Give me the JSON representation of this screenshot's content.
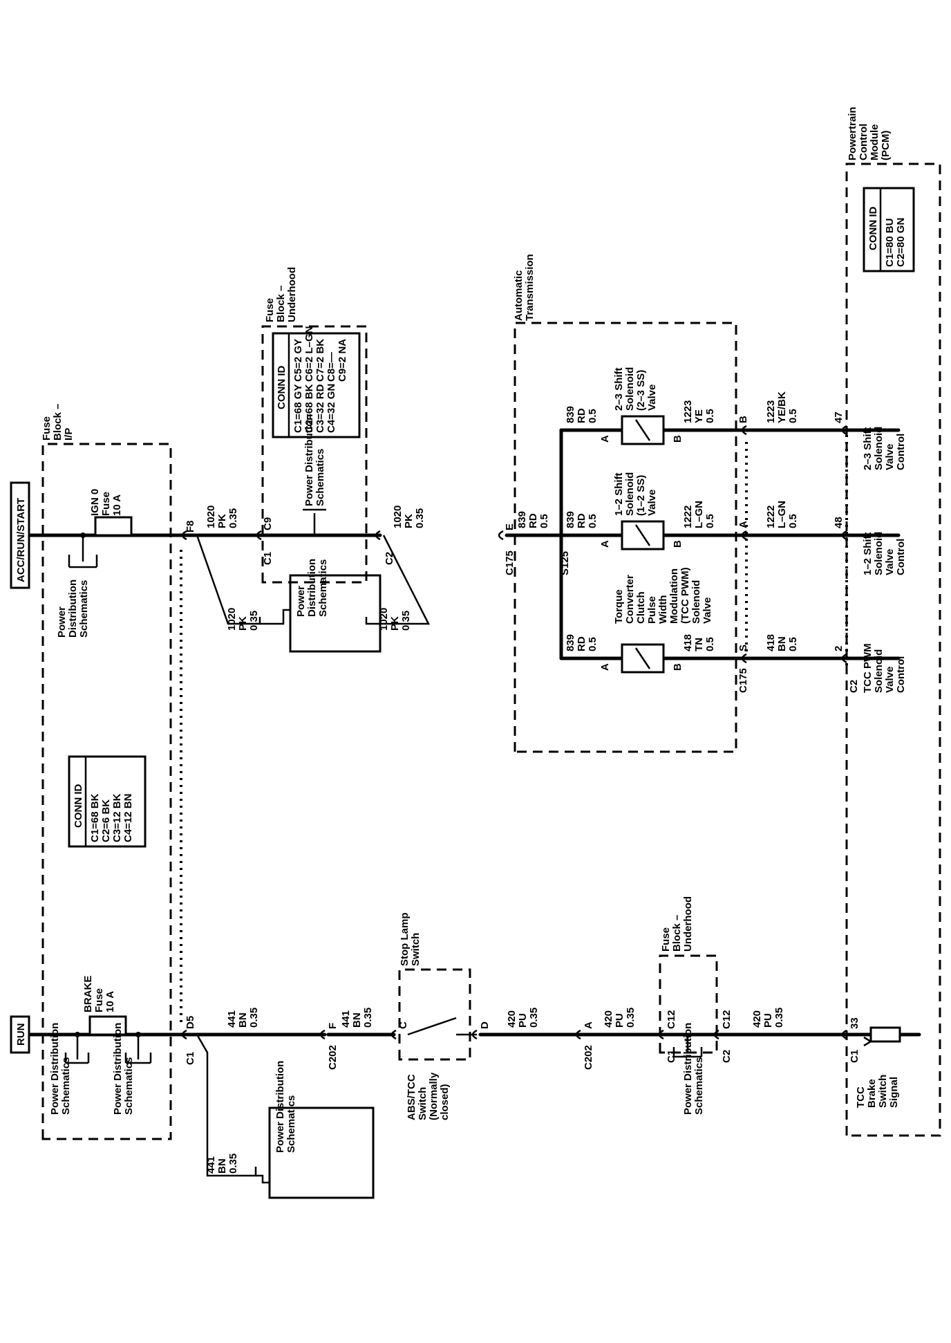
{
  "diagram": {
    "power": {
      "run": "RUN",
      "acc_run_start": "ACC/RUN/START"
    },
    "fuse_block_ip": {
      "title": [
        "Fuse",
        "Block –",
        "I/P"
      ],
      "conn_title": "CONN ID",
      "conn_rows": [
        "C1=68 BK",
        "C2=6 BK",
        "C3=12 BK",
        "C4=12 BN"
      ],
      "brake_fuse": [
        "BRAKE",
        "Fuse",
        "10 A"
      ],
      "ign_fuse": [
        "IGN 0",
        "Fuse",
        "10 A"
      ],
      "pds": [
        "Power Distribution",
        "Schematics"
      ],
      "pds_b": [
        "Power",
        "Distribution",
        "Schematics"
      ]
    },
    "pins": {
      "d5": "D5",
      "c1": "C1",
      "f8": "F8",
      "c9": "C9",
      "c2": "C2",
      "c175": "C175",
      "e": "E",
      "s125": "S125",
      "c202": "C202",
      "f": "F",
      "c": "C",
      "d": "D",
      "a": "A",
      "c12": "C12",
      "s": "S",
      "b": "B",
      "p2": "2",
      "p48": "48",
      "p47": "47",
      "p33": "33"
    },
    "wires": {
      "w441": [
        "441",
        "BN",
        "0.35"
      ],
      "w1020": [
        "1020",
        "PK",
        "0.35"
      ],
      "w420": [
        "420",
        "PU",
        "0.35"
      ],
      "w839": [
        "839",
        "RD",
        "0.5"
      ],
      "w418a": [
        "418",
        "TN",
        "0.5"
      ],
      "w418b": [
        "418",
        "BN",
        "0.5"
      ],
      "w1222": [
        "1222",
        "L–GN",
        "0.5"
      ],
      "w1223a": [
        "1223",
        "YE",
        "0.5"
      ],
      "w1223b": [
        "1223",
        "YE/BK",
        "0.5"
      ]
    },
    "fuse_block_uh": {
      "title": [
        "Fuse",
        "Block –",
        "Underhood"
      ],
      "conn_title": "CONN ID",
      "conn_left": [
        "C1=68 GY",
        "C2=68 BK",
        "C3=32 RD",
        "C4=32 GN"
      ],
      "conn_right": [
        "C5=2 GY",
        "C6=2 L–GN",
        "C7=2 BK",
        "C8=—",
        "C9=2 NA"
      ],
      "pds": [
        "Power Distribution",
        "Schematics"
      ]
    },
    "pds_box": [
      "Power Distribution",
      "Schematics"
    ],
    "stop_lamp": {
      "title": [
        "Stop Lamp",
        "Switch"
      ],
      "abs": [
        "ABS/TCC",
        "Switch",
        "(Normally",
        "closed)"
      ]
    },
    "fuse_block_uh2": {
      "title": [
        "Fuse",
        "Block –",
        "Underhood"
      ],
      "pds": [
        "Power Distribution",
        "Schematics"
      ]
    },
    "trans": {
      "title": [
        "Automatic",
        "Transmission"
      ],
      "tcc_sol": [
        "Torque",
        "Converter",
        "Clutch",
        "Pulse",
        "Width",
        "Modulation",
        "(TCC PWM)",
        "Solenoid",
        "Valve"
      ],
      "ss12": [
        "1–2 Shift",
        "Solenoid",
        "(1–2 SS)",
        "Valve"
      ],
      "ss23": [
        "2–3 Shift",
        "Solenoid",
        "(2–3 SS)",
        "Valve"
      ]
    },
    "pcm": {
      "title": [
        "Powertrain",
        "Control",
        "Module",
        "(PCM)"
      ],
      "conn_title": "CONN ID",
      "conn_rows": [
        "C1=80 BU",
        "C2=80 GN"
      ],
      "tcc_pwm": [
        "TCC PWM",
        "Solenoid",
        "Valve",
        "Control"
      ],
      "ss12": [
        "1–2 Shift",
        "Solenoid",
        "Valve",
        "Control"
      ],
      "ss23": [
        "2–3 Shift",
        "Solenoid",
        "Valve",
        "Control"
      ],
      "brake": [
        "TCC",
        "Brake",
        "Switch",
        "Signal"
      ]
    }
  }
}
